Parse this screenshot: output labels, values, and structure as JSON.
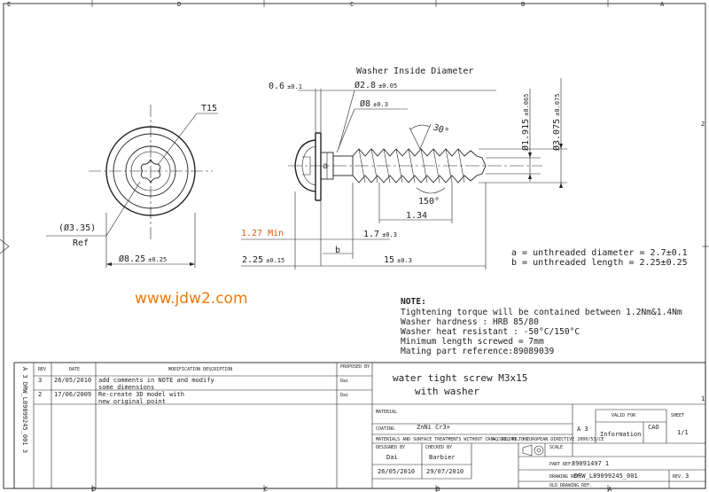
{
  "border": {
    "top_zones": [
      "E",
      "D",
      "C",
      "B",
      "A"
    ],
    "bottom_zones": [
      "D",
      "C",
      "B",
      "A"
    ],
    "right_zones": [
      "2",
      "1"
    ]
  },
  "drawing": {
    "header": "Washer Inside Diameter",
    "t15": "T15",
    "ref_dia": "(Ø3.35)",
    "ref": "Ref",
    "dia_825_main": "Ø8.25",
    "dia_825_tol": "±0.25",
    "dim_06_main": "0.6",
    "dim_06_tol": "±0.1",
    "dia_28_main": "Ø2.8",
    "dia_28_tol": "±0.05",
    "dia_8_main": "Ø8",
    "dia_8_tol": "±0.3",
    "dia_1915_main": "Ø1.915",
    "dia_1915_tol": "±0.065",
    "dia_3075_main": "Ø3.075",
    "dia_3075_tol": "±0.075",
    "angle_30": "30°",
    "angle_150": "150°",
    "dim_134": "1.34",
    "dim_127": "1.27 Min",
    "dim_17_main": "1.7",
    "dim_17_tol": "±0.3",
    "b_label": "b",
    "a_label": "a",
    "dim_225_main": "2.25",
    "dim_225_tol": "±0.15",
    "dim_15_main": "15",
    "dim_15_tol": "±0.3",
    "legend_a": "a = unthreaded diameter = 2.7±0.1",
    "legend_b": "b = unthreaded length = 2.25±0.25",
    "watermark": "www.jdw2.com"
  },
  "notes": {
    "heading": "NOTE:",
    "lines": [
      "Tightening torque will be contained between 1.2Nm&1.4Nm",
      "Washer hardness : HRB 85/80",
      "Washer heat resistant : -50°C/150°C",
      "Minimum length screwed = 7mm",
      "Mating part reference:89089039"
    ]
  },
  "title_block": {
    "side_text": "A 3 DRW_L89099245_001 3",
    "headers": {
      "rev": "REV",
      "date": "DATE",
      "description": "MODIFICATION DESCRIPTION",
      "proposed": "PROPOSED BY"
    },
    "revisions": [
      {
        "rev": "3",
        "date": "26/05/2010",
        "desc1": "add comments in NOTE and modify",
        "desc2": "some dimensions",
        "by": "Dai"
      },
      {
        "rev": "2",
        "date": "17/06/2009",
        "desc1": "Re-create 3D model with",
        "desc2": "new original point",
        "by": "Dai"
      }
    ],
    "part_title_1": "water tight screw M3x15",
    "part_title_2": "with washer",
    "material_label": "MATERIAL",
    "coating_label": "COATING",
    "coating_value": "ZnNi Cr3+",
    "treatment_note_1": "MATERIALS AND SURFACE TREATMENTS WITHOUT CR6+, CD, PB, HG",
    "treatment_note_2": "ACCORDING TO EUROPEAN DIRECTIVE 2000/53/CE",
    "designed_label": "DESIGNED BY",
    "checked_label": "CHECKED BY",
    "designer": "Dai",
    "checker": "Barbier",
    "design_date": "26/05/2010",
    "check_date": "29/07/2010",
    "format": "A 3",
    "valid_for": "VALID FOR",
    "information": "Information",
    "cad": "CAO",
    "sheet_label": "SHEET",
    "sheet": "1/1",
    "scale_label": "SCALE",
    "part_ref_label": "PART REF.",
    "part_ref": "89091497 1",
    "drawing_ref_label": "DRAWING REF.",
    "drawing_ref": "DRW_L89099245_001",
    "rev_label": "REV.",
    "rev_value": "3",
    "old_drawing_label": "OLD DRAWING REF."
  }
}
